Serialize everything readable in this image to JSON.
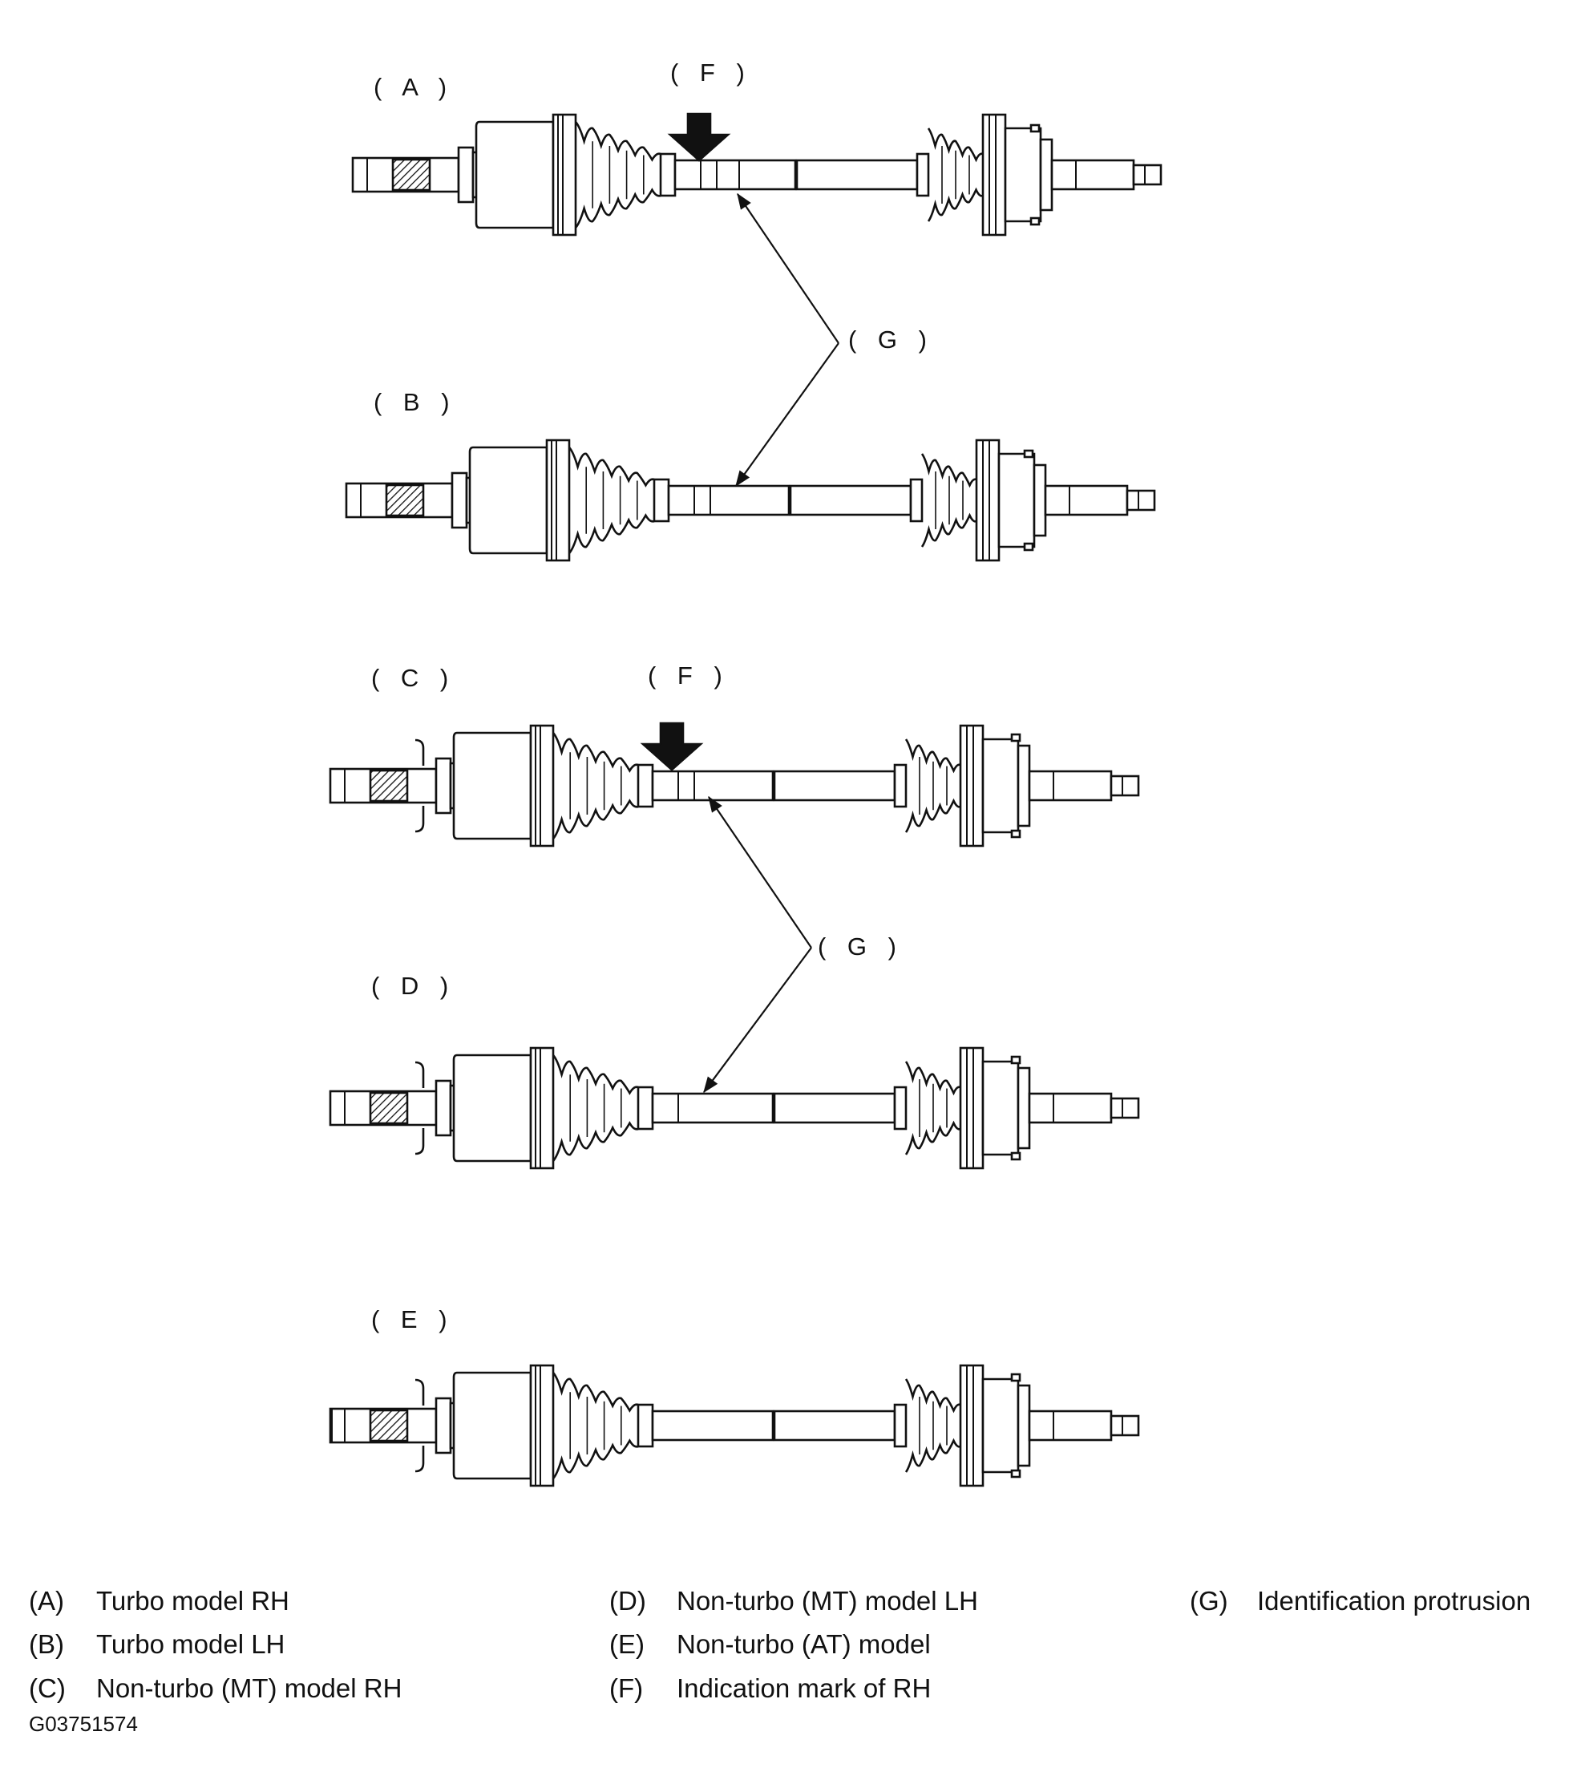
{
  "figure": {
    "shafts": [
      {
        "key": "A",
        "caption": "( A )",
        "outer_boot": "convex",
        "mark_f": true,
        "rings": 3,
        "stub_cap": "none",
        "left_ridges": true
      },
      {
        "key": "B",
        "caption": "( B )",
        "outer_boot": "convex",
        "mark_f": false,
        "rings": 2,
        "stub_cap": "none",
        "left_ridges": true
      },
      {
        "key": "C",
        "caption": "( C )",
        "outer_boot": "stepped",
        "mark_f": true,
        "rings": 2,
        "stub_cap": "bracket",
        "left_ridges": false
      },
      {
        "key": "D",
        "caption": "( D )",
        "outer_boot": "stepped",
        "mark_f": false,
        "rings": 1,
        "stub_cap": "bracket",
        "left_ridges": false
      },
      {
        "key": "E",
        "caption": "( E )",
        "outer_boot": "stepped",
        "mark_f": false,
        "rings": 0,
        "stub_cap": "bracket-square",
        "left_ridges": false
      }
    ],
    "callouts": {
      "F_label": "( F )",
      "G_label": "( G )"
    }
  },
  "legend": {
    "columns": [
      [
        {
          "code": "(A)",
          "text": "Turbo model RH"
        },
        {
          "code": "(B)",
          "text": "Turbo model LH"
        },
        {
          "code": "(C)",
          "text": "Non-turbo (MT) model RH"
        }
      ],
      [
        {
          "code": "(D)",
          "text": "Non-turbo (MT) model LH"
        },
        {
          "code": "(E)",
          "text": "Non-turbo (AT) model"
        },
        {
          "code": "(F)",
          "text": "Indication mark of RH"
        }
      ],
      [
        {
          "code": "(G)",
          "text": "Identification protrusion"
        }
      ]
    ]
  },
  "figure_id": "G03751574"
}
